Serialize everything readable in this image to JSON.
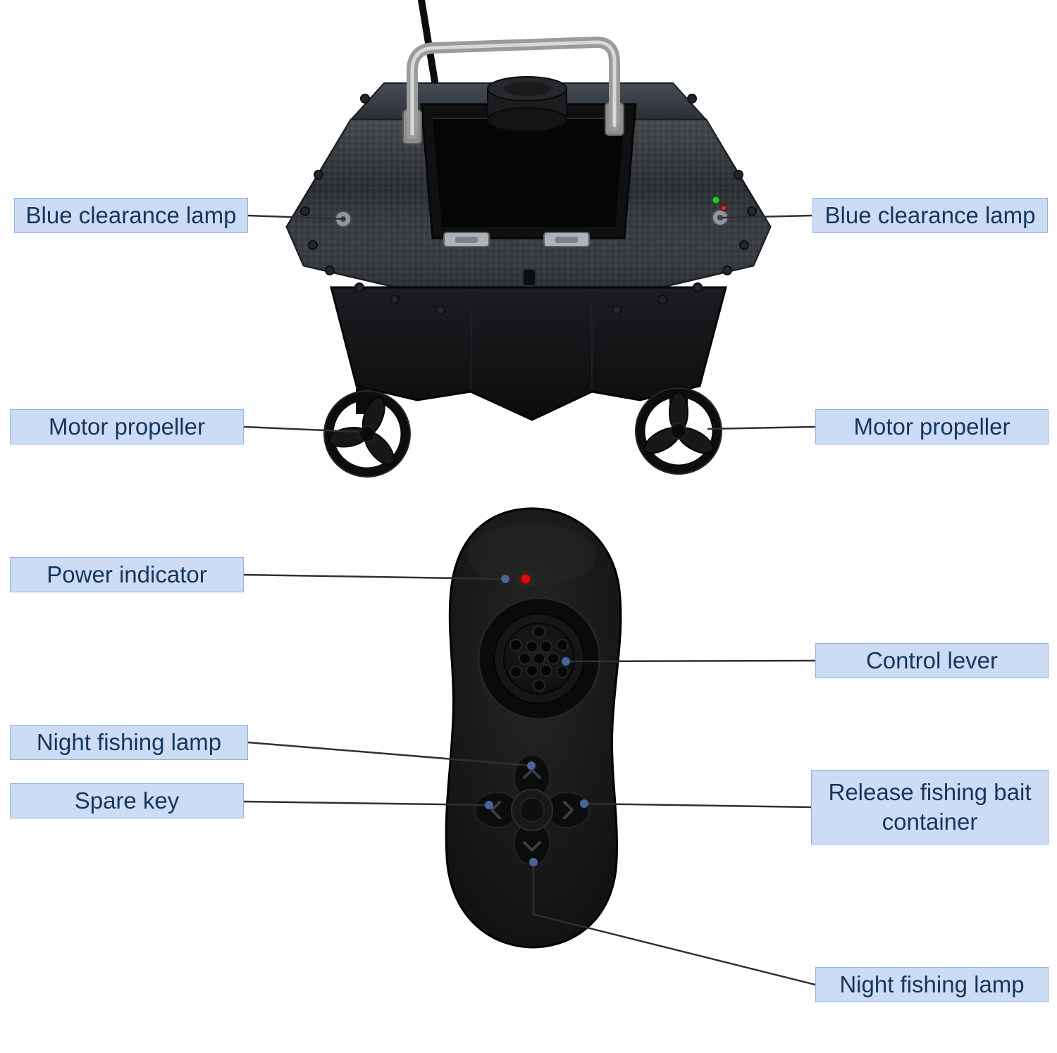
{
  "page": {
    "background": "#ffffff"
  },
  "colors": {
    "label_background": "#ccdcf4",
    "label_border": "#8fb3e2",
    "label_text": "#17365d",
    "connector_line": "#303030",
    "connector_dot": "#49659c",
    "boat_body": "#23262a",
    "remote_body": "#141414",
    "power_led": "#d40f0f",
    "status_lamp_green": "#27c42a",
    "handle_metal": "#9b9b9b"
  },
  "labels": [
    {
      "id": "blue-clearance-lamp-left",
      "text": "Blue clearance lamp"
    },
    {
      "id": "blue-clearance-lamp-right",
      "text": "Blue clearance lamp"
    },
    {
      "id": "motor-propeller-left",
      "text": "Motor propeller"
    },
    {
      "id": "motor-propeller-right",
      "text": "Motor propeller"
    },
    {
      "id": "power-indicator",
      "text": "Power indicator"
    },
    {
      "id": "control-lever",
      "text": "Control lever"
    },
    {
      "id": "night-fishing-lamp-left",
      "text": "Night fishing lamp"
    },
    {
      "id": "spare-key",
      "text": "Spare key"
    },
    {
      "id": "release-fishing-bait-container",
      "text": "Release fishing bait container"
    },
    {
      "id": "night-fishing-lamp-bottom",
      "text": "Night fishing lamp"
    }
  ]
}
